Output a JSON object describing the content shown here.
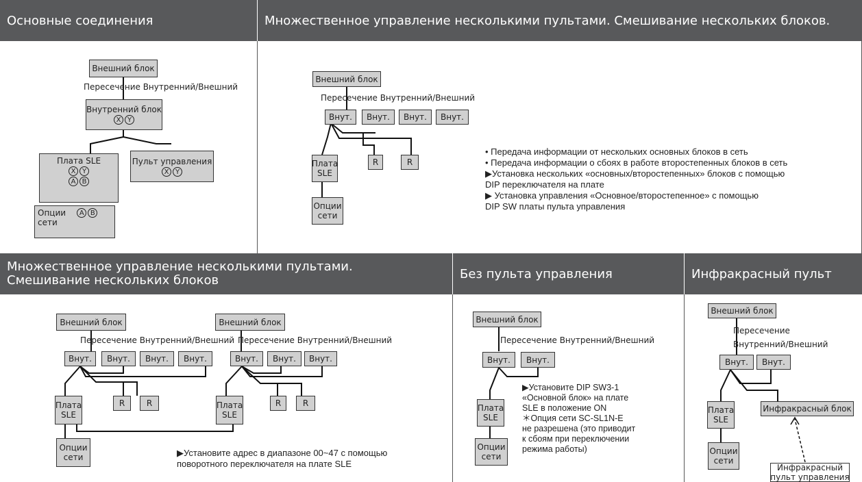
{
  "headers": {
    "basic": "Основные соединения",
    "multi_top": "Множественное управление несколькими пультами. Смешивание нескольких блоков.",
    "multi_bottom_line1": "Множественное управление несколькими пультами.",
    "multi_bottom_line2": "Смешивание нескольких блоков",
    "no_remote": "Без пульта управления",
    "ir": "Инфракрасный пульт"
  },
  "labels": {
    "outdoor": "Внешний блок",
    "indoor": "Внутренний блок",
    "indoor_short": "Внут.",
    "crossing": "Пересечение Внутренний/Внешний",
    "crossing_l1": "Пересечение",
    "crossing_l2": "Внутренний/Внешний",
    "sle_board": "Плата SLE",
    "sle_l1": "Плата",
    "sle_l2": "SLE",
    "remote": "Пульт управления",
    "net_l1": "Опции",
    "net_l2": "сети",
    "r": "R",
    "ir_unit": "Инфракрасный блок",
    "ir_remote_l1": "Инфракрасный",
    "ir_remote_l2": "пульт управления",
    "x": "X",
    "y": "Y",
    "a": "A",
    "b": "B"
  },
  "notes": {
    "top_right": [
      "• Передача информации от нескольких основных блоков в сеть",
      "• Передача информации о сбоях в работе второстепенных блоков в сеть",
      "▶Установка нескольких «основных/второстепенных» блоков с помощью",
      "   DIP переключателя на плате",
      "▶ Установка управления «Основное/второстепенное» с помощью",
      "   DIP SW платы пульта управления"
    ],
    "bottom_left": [
      "▶Установите адрес в диапазоне 00~47 с помощью",
      "   поворотного переключателя на плате SLE"
    ],
    "no_remote": [
      "▶Установите DIP SW3-1",
      "«Основной блок» на плате",
      "SLE в положение ON",
      "＊Опция сети SC-SL1N-E",
      "не разрешена (это приводит",
      "к сбоям при переключении",
      "режима работы)"
    ]
  },
  "colors": {
    "header_bg": "#58595b",
    "box_fill": "#d0d0d0",
    "line": "#555555"
  }
}
